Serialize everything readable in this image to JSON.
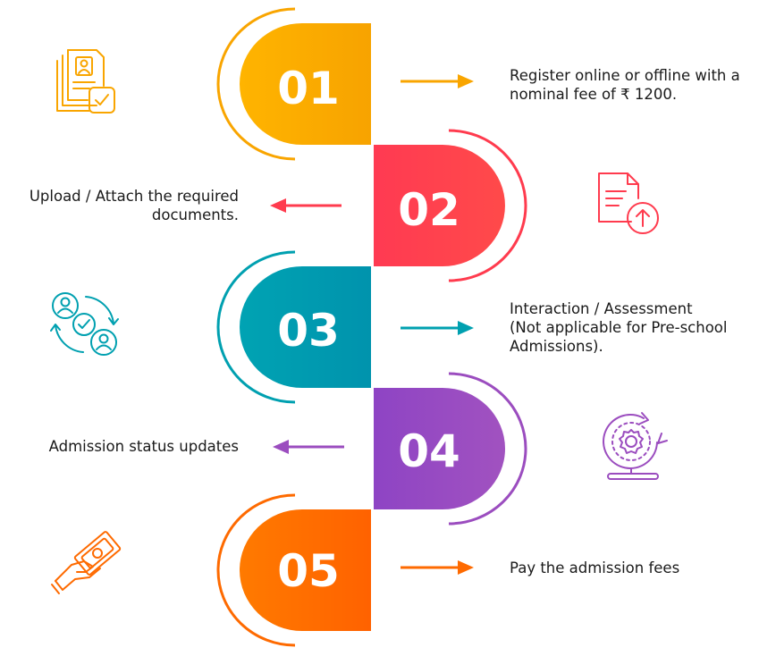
{
  "steps": [
    {
      "number": "01",
      "lines": [
        "Register online or offline with a",
        "nominal fee of ₹ 1200."
      ],
      "color": "#f9a500",
      "icon": "document-check-icon"
    },
    {
      "number": "02",
      "lines": [
        "Upload / Attach the required",
        "documents."
      ],
      "color": "#ff3b4e",
      "icon": "document-upload-icon"
    },
    {
      "number": "03",
      "lines": [
        "Interaction / Assessment",
        "(Not applicable for Pre-school",
        "Admissions)."
      ],
      "color": "#00a0b0",
      "icon": "user-exchange-icon"
    },
    {
      "number": "04",
      "lines": [
        "Admission status updates"
      ],
      "color": "#9b4dbf",
      "icon": "gear-progress-icon"
    },
    {
      "number": "05",
      "lines": [
        "Pay the admission fees"
      ],
      "color": "#fe6a00",
      "icon": "hand-money-icon"
    }
  ]
}
